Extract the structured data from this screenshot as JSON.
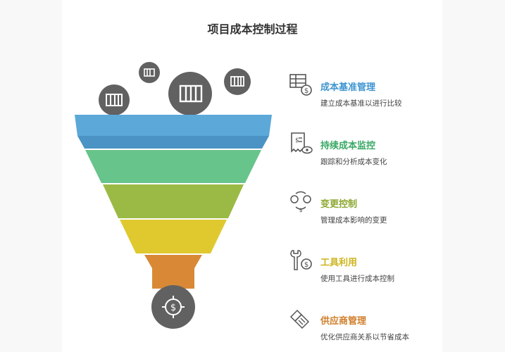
{
  "title": "项目成本控制过程",
  "colors": {
    "blue": "#5ba8d9",
    "green": "#67c48a",
    "olive": "#9aba45",
    "yellow": "#dfc92f",
    "orange": "#d98936",
    "gray": "#616161"
  },
  "steps": [
    {
      "title": "成本基准管理",
      "desc": "建立成本基准以进行比较",
      "color": "#3f95d1",
      "icon": "spreadsheet-dollar-icon"
    },
    {
      "title": "持续成本监控",
      "desc": "跟踪和分析成本变化",
      "color": "#3aa865",
      "icon": "receipt-eye-icon"
    },
    {
      "title": "变更控制",
      "desc": "管理成本影响的变更",
      "color": "#8ca832",
      "icon": "exchange-people-icon"
    },
    {
      "title": "工具利用",
      "desc": "使用工具进行成本控制",
      "color": "#cdb41c",
      "icon": "wrench-dollar-icon"
    },
    {
      "title": "供应商管理",
      "desc": "优化供应商关系以节省成本",
      "color": "#d07f2c",
      "icon": "handshake-icon"
    }
  ]
}
